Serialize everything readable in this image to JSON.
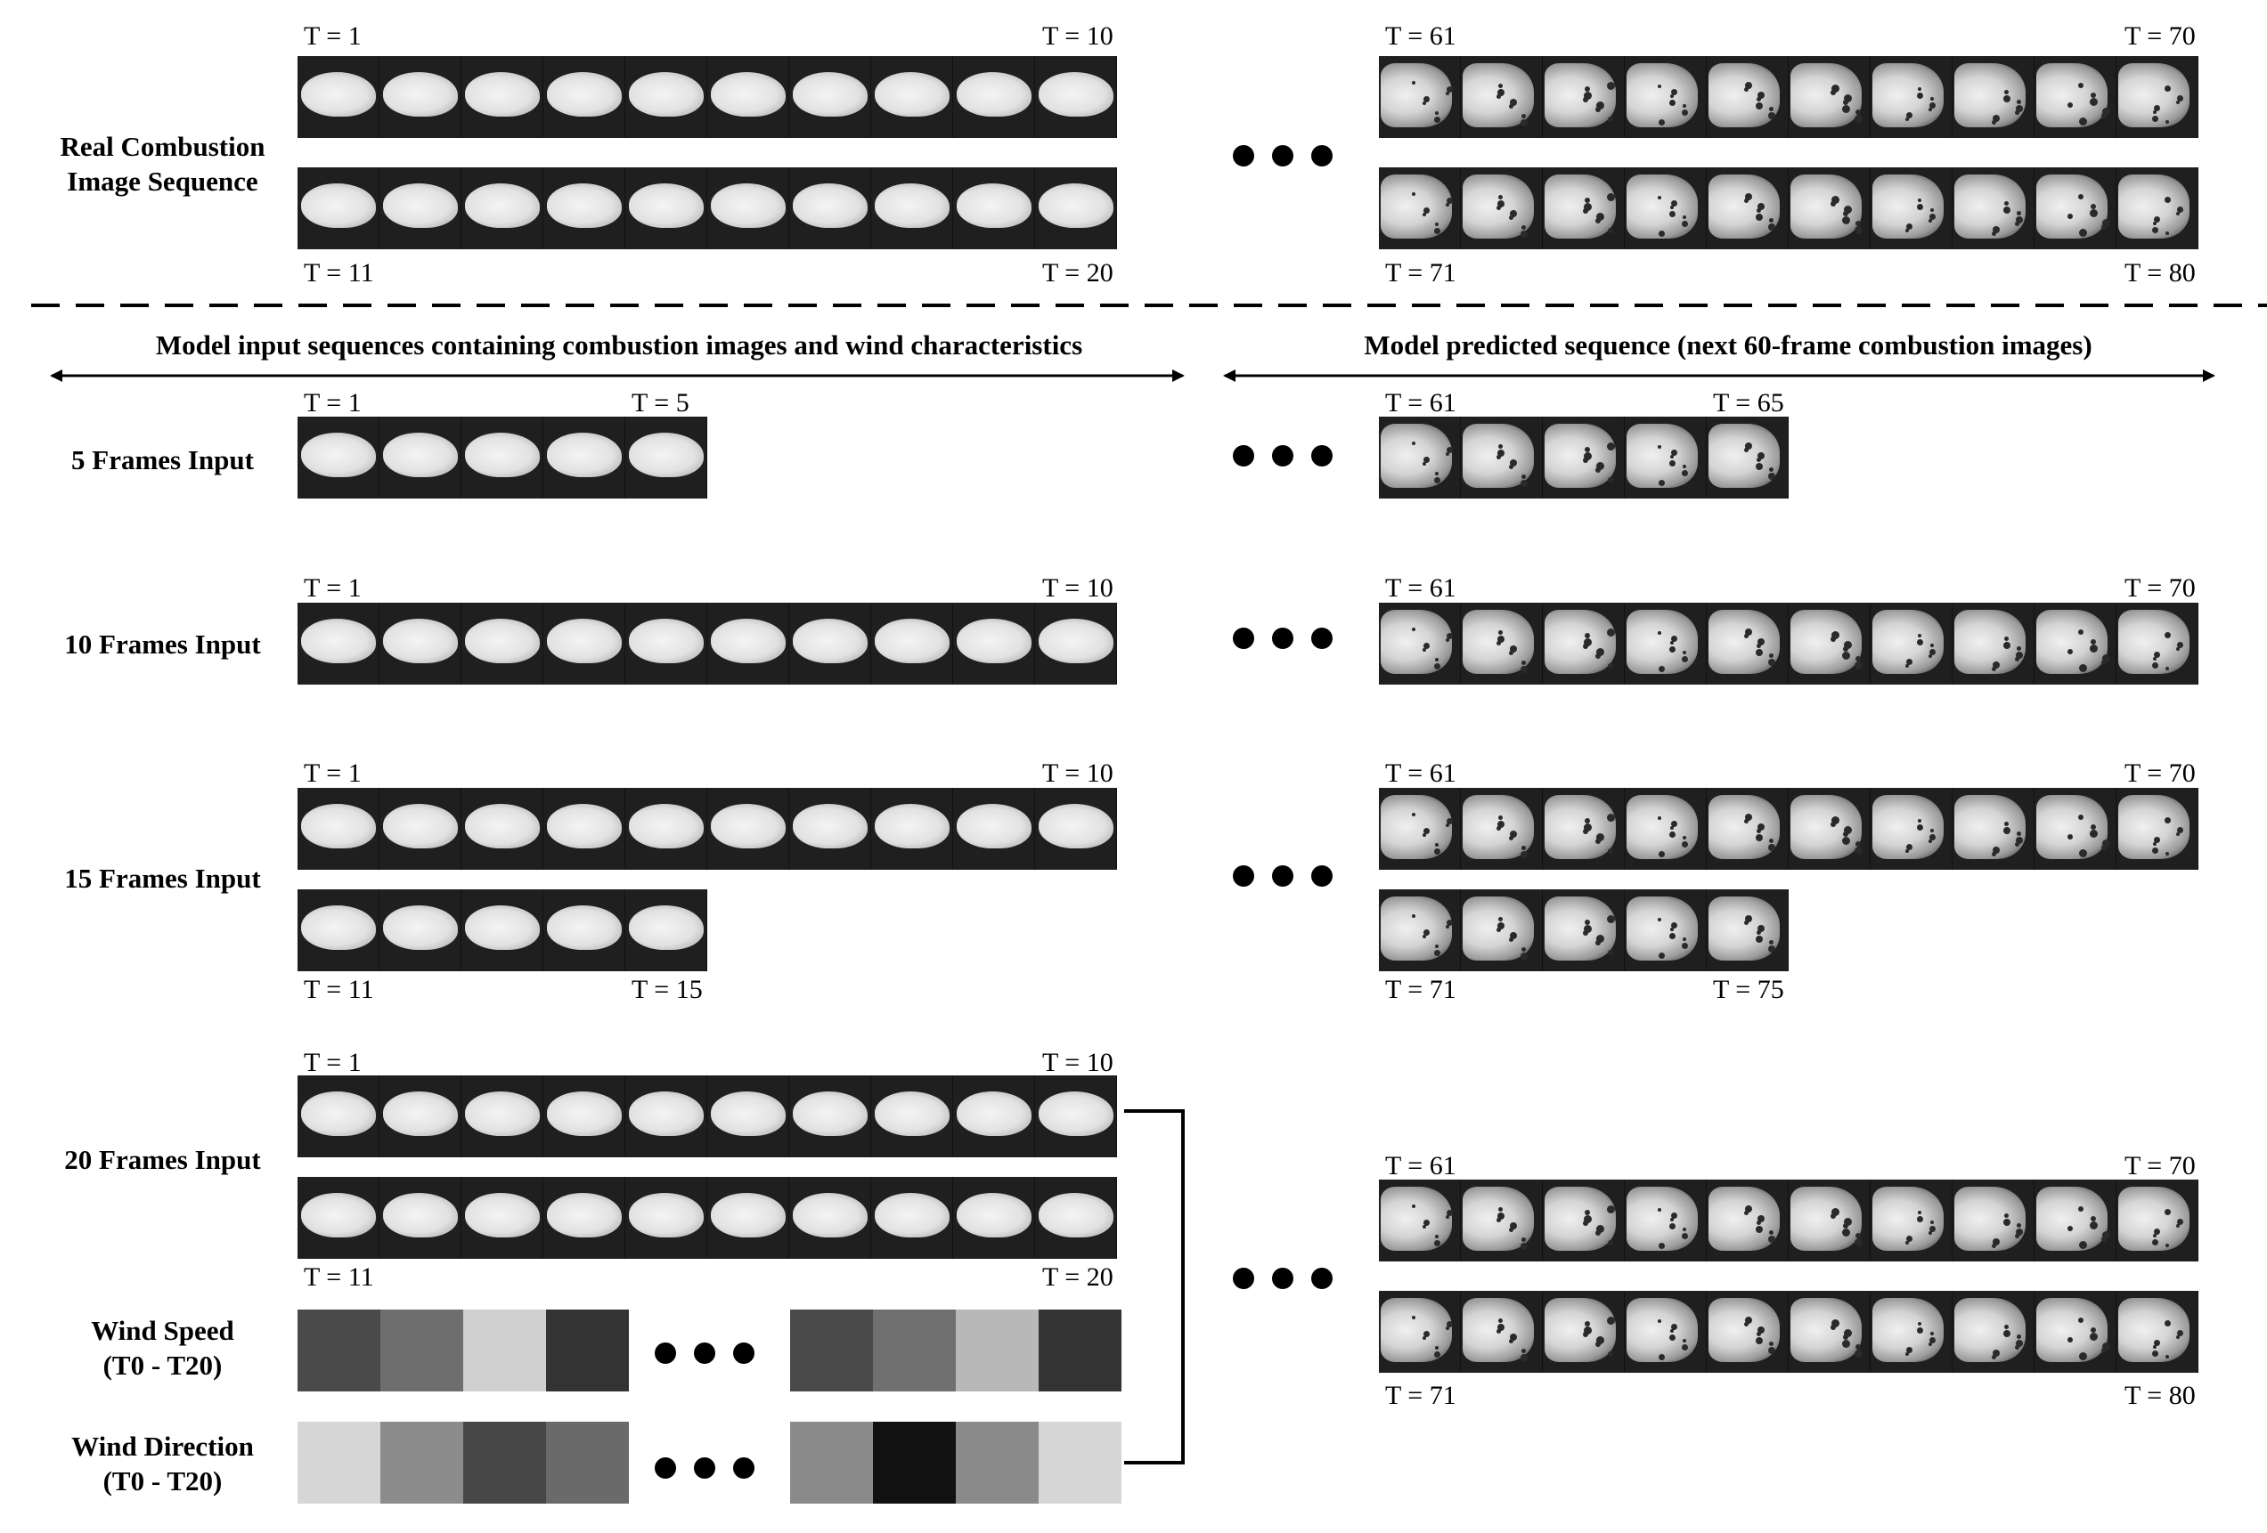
{
  "sections": {
    "real": {
      "label_line1": "Real Combustion",
      "label_line2": "Image Sequence"
    },
    "input_header": "Model input sequences containing combustion images and wind characteristics",
    "predicted_header": "Model predicted sequence (next 60-frame combustion images)"
  },
  "rows": {
    "real": {
      "t_left_top_start": "T = 1",
      "t_left_top_end": "T = 10",
      "t_left_bottom_start": "T = 11",
      "t_left_bottom_end": "T = 20",
      "t_right_top_start": "T = 61",
      "t_right_top_end": "T = 70",
      "t_right_bottom_start": "T = 71",
      "t_right_bottom_end": "T = 80"
    },
    "five": {
      "label": "5 Frames Input",
      "t_in_start": "T = 1",
      "t_in_end": "T = 5",
      "t_out_start": "T = 61",
      "t_out_end": "T = 65"
    },
    "ten": {
      "label": "10 Frames Input",
      "t_in_start": "T = 1",
      "t_in_end": "T = 10",
      "t_out_start": "T = 61",
      "t_out_end": "T = 70"
    },
    "fifteen": {
      "label": "15 Frames Input",
      "t_in_top_start": "T = 1",
      "t_in_top_end": "T = 10",
      "t_in_bottom_start": "T = 11",
      "t_in_bottom_end": "T = 15",
      "t_out_top_start": "T = 61",
      "t_out_top_end": "T = 70",
      "t_out_bottom_start": "T = 71",
      "t_out_bottom_end": "T = 75"
    },
    "twenty": {
      "label": "20 Frames Input",
      "t_in_top_start": "T = 1",
      "t_in_top_end": "T = 10",
      "t_in_bottom_start": "T = 11",
      "t_in_bottom_end": "T = 20",
      "t_out_top_start": "T = 61",
      "t_out_top_end": "T = 70",
      "t_out_bottom_start": "T = 71",
      "t_out_bottom_end": "T = 80",
      "wind_speed_line1": "Wind Speed",
      "wind_speed_line2": "(T0 - T20)",
      "wind_dir_line1": "Wind Direction",
      "wind_dir_line2": "(T0 - T20)"
    }
  },
  "wind_speed_grays_left": [
    "#4a4a4a",
    "#6e6e6e",
    "#d0d0d0",
    "#333333"
  ],
  "wind_speed_grays_right": [
    "#4a4a4a",
    "#707070",
    "#b8b8b8",
    "#333333"
  ],
  "wind_dir_grays_left": [
    "#d6d6d6",
    "#8c8c8c",
    "#474747",
    "#6a6a6a"
  ],
  "wind_dir_grays_right": [
    "#8a8a8a",
    "#111111",
    "#8a8a8a",
    "#d6d6d6"
  ],
  "colors": {
    "frame_bg": "#1f1f1f",
    "line": "#000000"
  }
}
